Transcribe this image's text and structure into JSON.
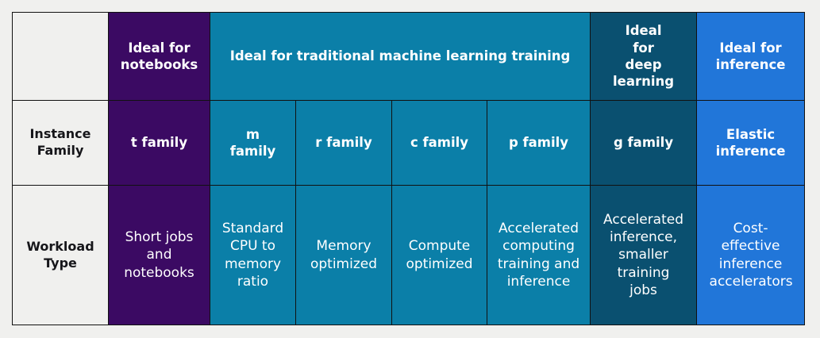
{
  "colors": {
    "page_background": "#f0f0ee",
    "label_cell": "#f0f0ee",
    "purple": "#3b0a63",
    "teal": "#0b7fa8",
    "dark_teal": "#0a5070",
    "blue": "#2176d9",
    "grid_line": "#111111",
    "label_text": "#16161a",
    "cell_text": "#ffffff"
  },
  "table": {
    "row_labels": {
      "corner": "",
      "instance_family": "Instance Family",
      "workload_type": "Workload Type"
    },
    "group_headers": [
      {
        "label": "Ideal for notebooks",
        "span": 1,
        "color": "purple"
      },
      {
        "label": "Ideal for traditional machine learning training",
        "span": 4,
        "color": "teal"
      },
      {
        "label": "Ideal for deep learning",
        "span": 1,
        "color": "dark_teal"
      },
      {
        "label": "Ideal for inference",
        "span": 1,
        "color": "blue"
      }
    ],
    "columns": [
      {
        "family": "t family",
        "workload": "Short jobs and notebooks",
        "color": "purple"
      },
      {
        "family": "m family",
        "workload": "Standard CPU to memory ratio",
        "color": "teal"
      },
      {
        "family": "r family",
        "workload": "Memory optimized",
        "color": "teal"
      },
      {
        "family": "c family",
        "workload": "Compute optimized",
        "color": "teal"
      },
      {
        "family": "p family",
        "workload": "Accelerated computing training and inference",
        "color": "teal"
      },
      {
        "family": "g family",
        "workload": "Accelerated inference, smaller training jobs",
        "color": "dark_teal"
      },
      {
        "family": "Elastic inference",
        "workload": "Cost-effective inference accelerators",
        "color": "blue"
      }
    ]
  }
}
